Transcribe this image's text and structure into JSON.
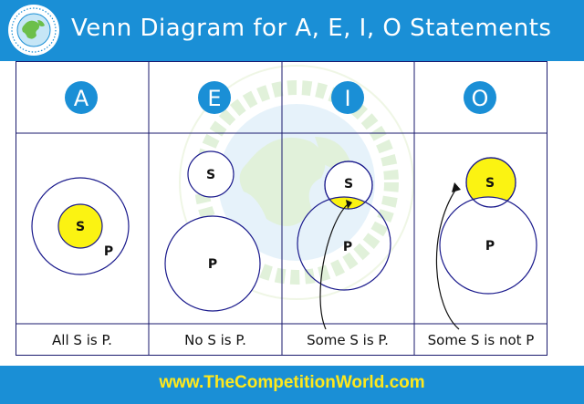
{
  "header": {
    "title": "Venn Diagram for A, E, I, O Statements"
  },
  "logo": {
    "text": "THE COMPETITION WORLD · DIGITAL"
  },
  "watermark": {
    "text": "THE COMPETITION WORLD · HERE WE STAND TOGETHER"
  },
  "columns": [
    {
      "letter": "A",
      "caption": "All S is P.",
      "labels": [
        "S",
        "P"
      ]
    },
    {
      "letter": "E",
      "caption": "No S is P.",
      "labels": [
        "S",
        "P"
      ]
    },
    {
      "letter": "I",
      "caption": "Some S is P.",
      "labels": [
        "S",
        "P"
      ]
    },
    {
      "letter": "O",
      "caption": "Some S is not P",
      "labels": [
        "S",
        "P"
      ]
    }
  ],
  "footer": {
    "url": "www.TheCompetitionWorld.com"
  },
  "colors": {
    "brand_blue": "#1a8fd6",
    "badge_blue": "#1a8fd6",
    "highlight": "#fbf312",
    "circle": "#1a1a8c",
    "footer_text": "#ffe81c"
  }
}
